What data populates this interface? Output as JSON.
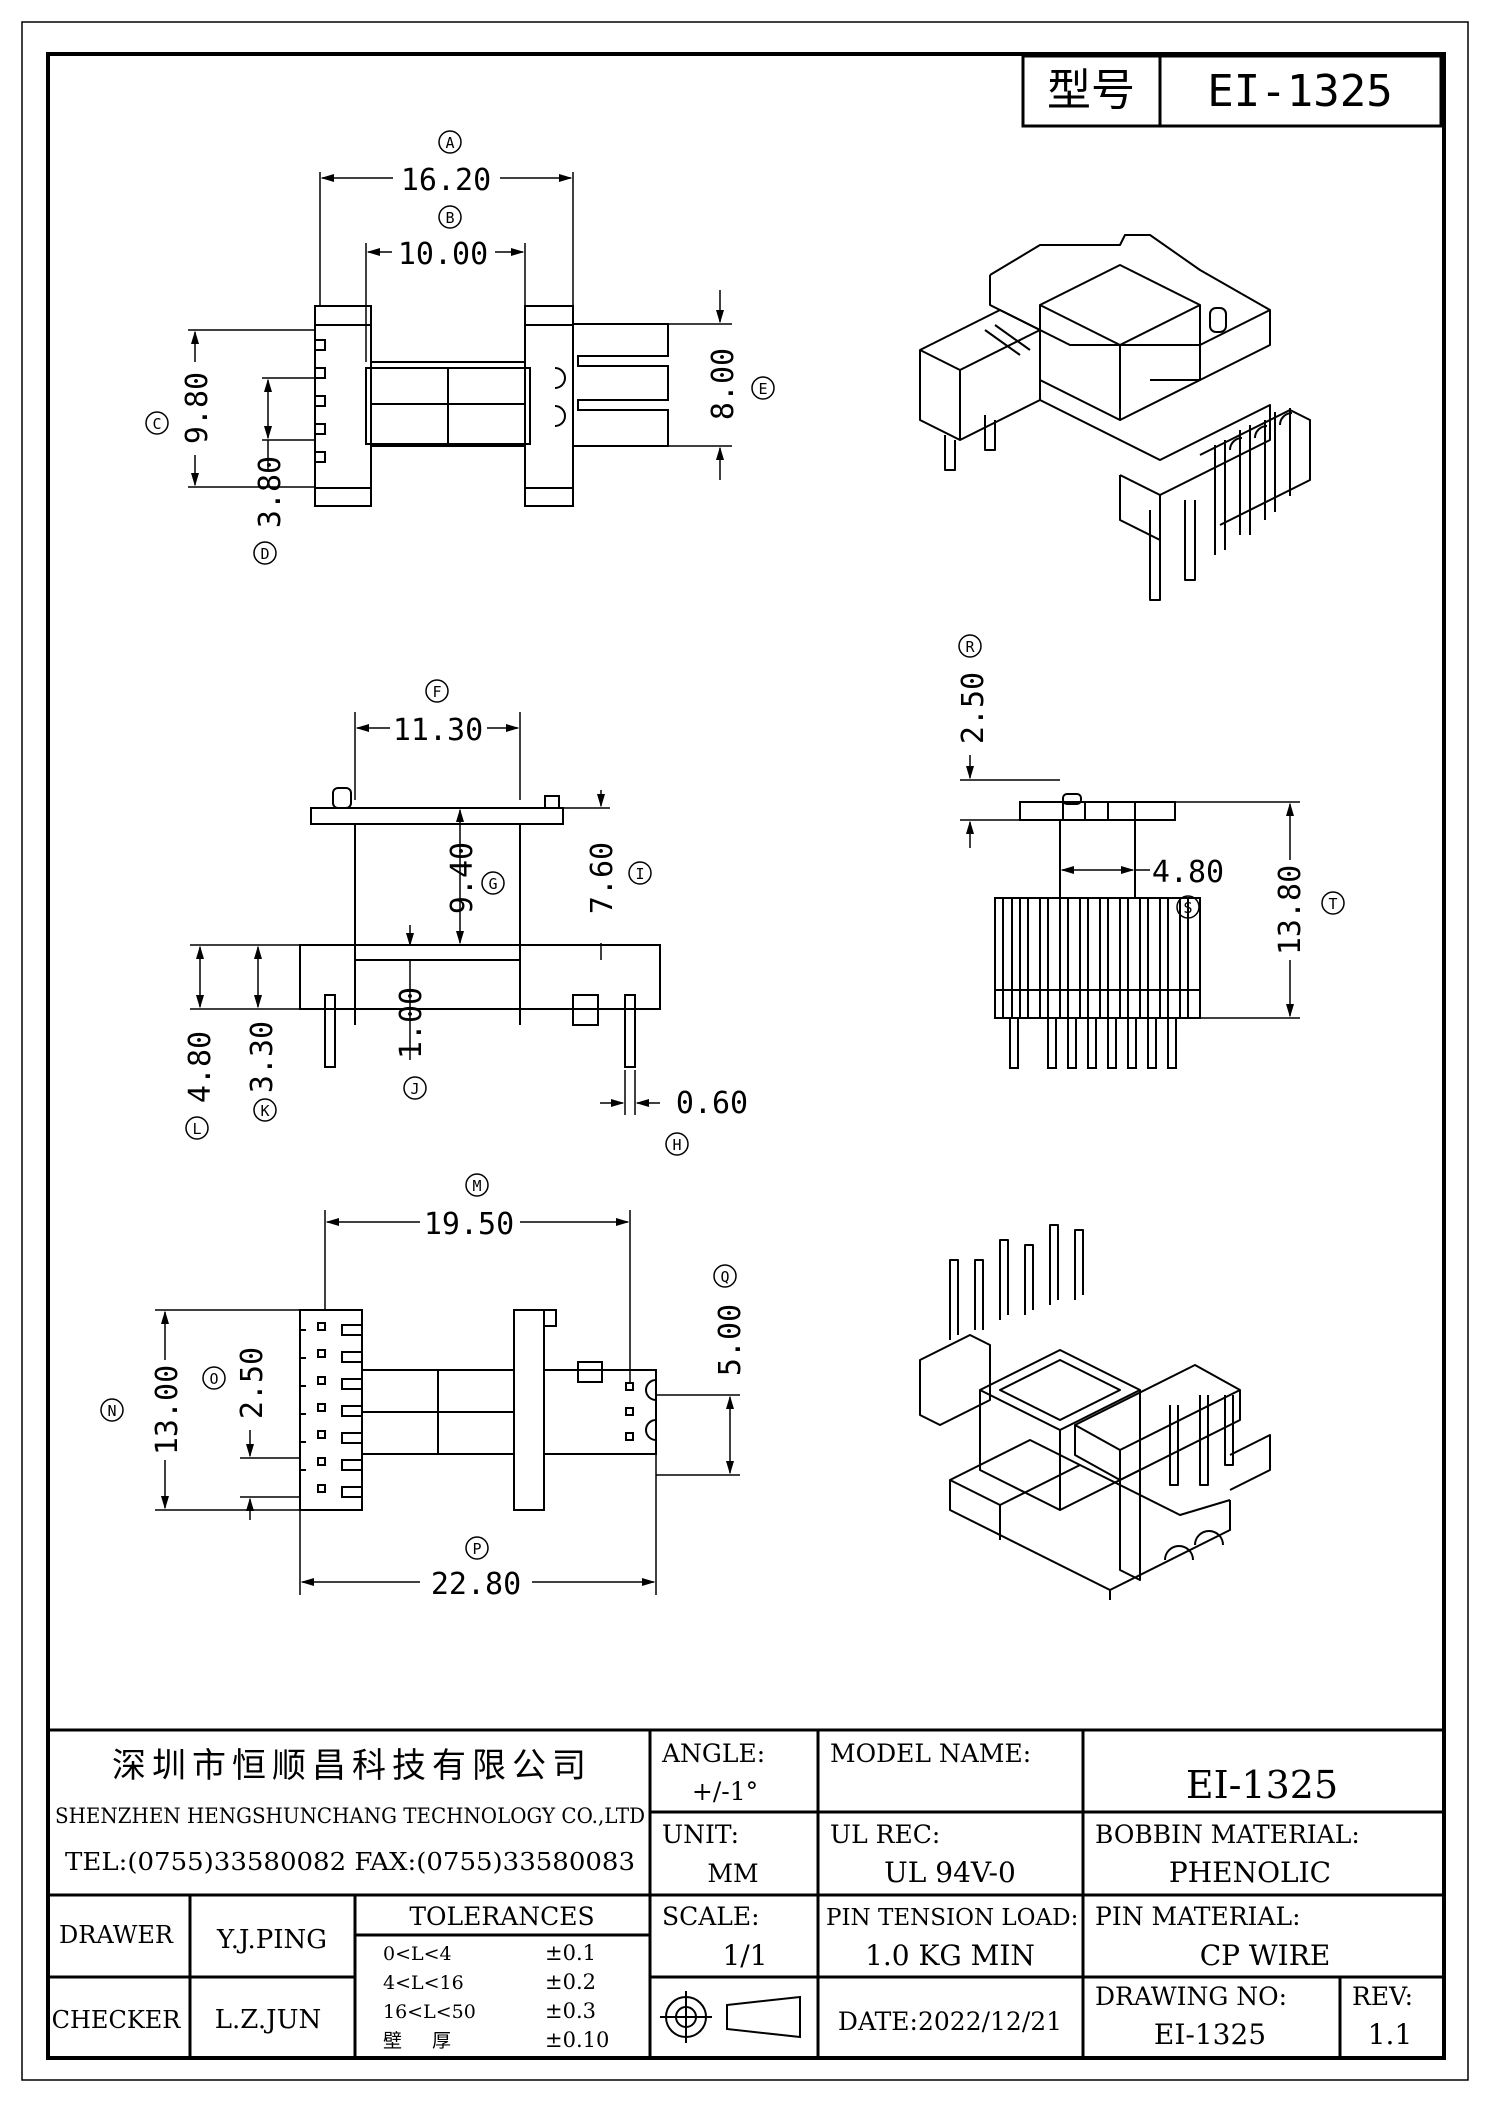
{
  "header": {
    "type_label": "型号",
    "type_value": "EI-1325"
  },
  "top_view": {
    "dims": [
      {
        "id": "A",
        "value": "16.20"
      },
      {
        "id": "B",
        "value": "10.00"
      },
      {
        "id": "C",
        "value": "9.80"
      },
      {
        "id": "D",
        "value": "3.80"
      },
      {
        "id": "E",
        "value": "8.00"
      }
    ]
  },
  "front_view": {
    "dims": [
      {
        "id": "F",
        "value": "11.30"
      },
      {
        "id": "G",
        "value": "9.40"
      },
      {
        "id": "I",
        "value": "7.60"
      },
      {
        "id": "L",
        "value": "4.80"
      },
      {
        "id": "K",
        "value": "3.30"
      },
      {
        "id": "J",
        "value": "1.00"
      },
      {
        "id": "H",
        "value": "0.60"
      }
    ]
  },
  "side_view": {
    "dims": [
      {
        "id": "R",
        "value": "2.50"
      },
      {
        "id": "S",
        "value": "4.80"
      },
      {
        "id": "T",
        "value": "13.80"
      }
    ]
  },
  "bottom_view": {
    "dims": [
      {
        "id": "M",
        "value": "19.50"
      },
      {
        "id": "N",
        "value": "13.00"
      },
      {
        "id": "O",
        "value": "2.50"
      },
      {
        "id": "Q",
        "value": "5.00"
      },
      {
        "id": "P",
        "value": "22.80"
      }
    ]
  },
  "title_block": {
    "company_cn": "深圳市恒顺昌科技有限公司",
    "company_en": "SHENZHEN HENGSHUNCHANG TECHNOLOGY CO.,LTD",
    "contact": "TEL:(0755)33580082 FAX:(0755)33580083",
    "angle_label": "ANGLE:",
    "angle_value": "+/-1°",
    "model_name_label": "MODEL NAME:",
    "model_name_value": "EI-1325",
    "unit_label": "UNIT:",
    "unit_value": "MM",
    "ul_label": "UL REC:",
    "ul_value": "UL 94V-0",
    "bobbin_label": "BOBBIN MATERIAL:",
    "bobbin_value": "PHENOLIC",
    "drawer_label": "DRAWER",
    "drawer_value": "Y.J.PING",
    "checker_label": "CHECKER",
    "checker_value": "L.Z.JUN",
    "tolerances_label": "TOLERANCES",
    "tolerances": [
      {
        "range": "0<L<4",
        "tol": "±0.1"
      },
      {
        "range": "4<L<16",
        "tol": "±0.2"
      },
      {
        "range": "16<L<50",
        "tol": "±0.3"
      },
      {
        "range": "壁 厚",
        "tol": "±0.10"
      }
    ],
    "scale_label": "SCALE:",
    "scale_value": "1/1",
    "pin_tension_label": "PIN TENSION LOAD:",
    "pin_tension_value": "1.0 KG MIN",
    "pin_material_label": "PIN MATERIAL:",
    "pin_material_value": "CP WIRE",
    "date": "DATE:2022/12/21",
    "drawing_no_label": "DRAWING NO:",
    "drawing_no_value": "EI-1325",
    "rev_label": "REV:",
    "rev_value": "1.1"
  }
}
